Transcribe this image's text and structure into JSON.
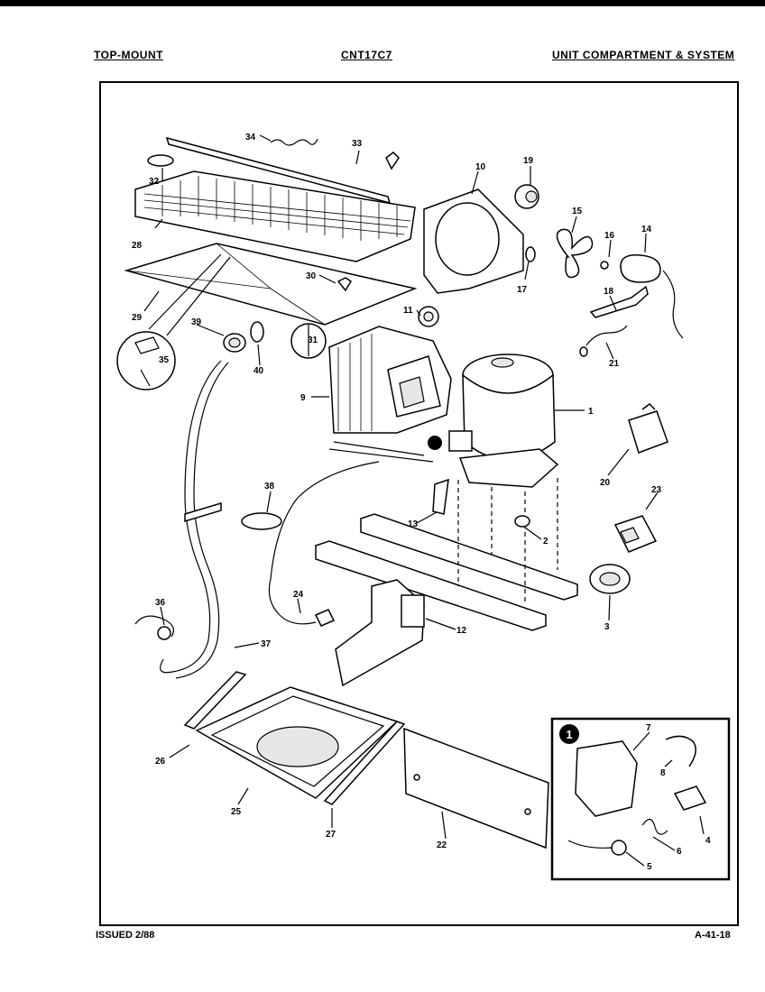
{
  "header": {
    "left": "TOP-MOUNT",
    "center": "CNT17C7",
    "right": "UNIT COMPARTMENT & SYSTEM"
  },
  "footer": {
    "issued": "ISSUED 2/88",
    "page_code": "A-41-18"
  },
  "inset": {
    "callout": "1"
  },
  "part_labels": {
    "p1": "1",
    "p2": "2",
    "p3": "3",
    "p4": "4",
    "p5": "5",
    "p6": "6",
    "p7": "7",
    "p8": "8",
    "p9": "9",
    "p10": "10",
    "p11": "11",
    "p12": "12",
    "p13": "13",
    "p14": "14",
    "p15": "15",
    "p16": "16",
    "p17": "17",
    "p18": "18",
    "p19": "19",
    "p20": "20",
    "p21": "21",
    "p22": "22",
    "p23": "23",
    "p24": "24",
    "p25": "25",
    "p26": "26",
    "p27": "27",
    "p28": "28",
    "p29": "29",
    "p30": "30",
    "p31": "31",
    "p32": "32",
    "p33": "33",
    "p34": "34",
    "p35": "35",
    "p36": "36",
    "p37": "37",
    "p38": "38",
    "p39": "39",
    "p40": "40"
  }
}
